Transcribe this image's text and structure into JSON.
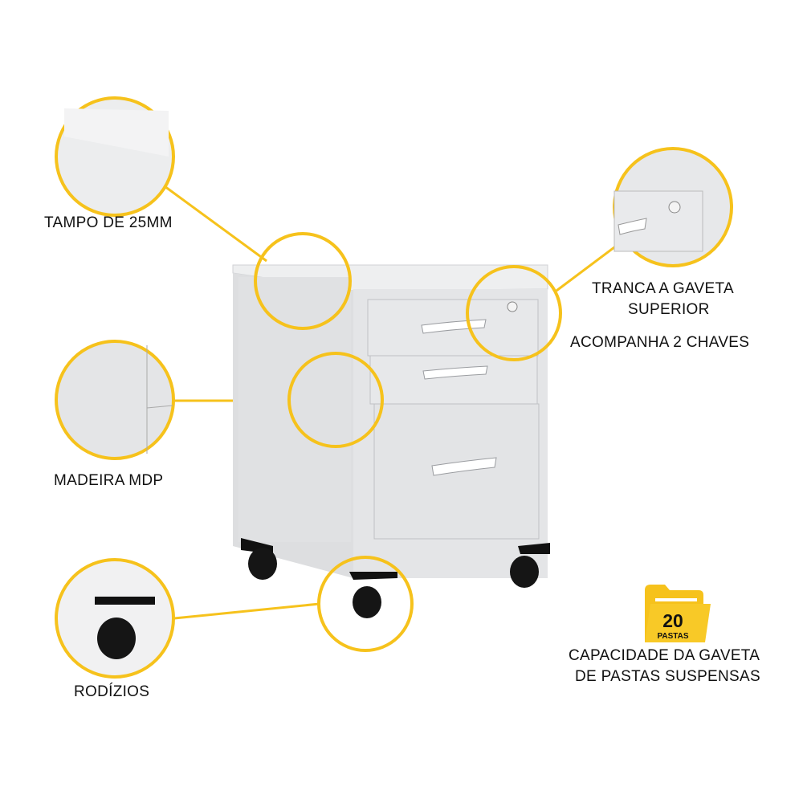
{
  "features": {
    "tampo": "TAMPO DE 25MM",
    "tranca_line1": "TRANCA A GAVETA",
    "tranca_line2": "SUPERIOR",
    "chaves": "ACOMPANHA 2 CHAVES",
    "madeira": "MADEIRA MDP",
    "rodizios": "RODÍZIOS",
    "capacidade_line1": "CAPACIDADE DA GAVETA",
    "capacidade_line2": "DE PASTAS SUSPENSAS"
  },
  "folder_badge": {
    "number": "20",
    "unit": "PASTAS"
  },
  "colors": {
    "accent": "#F6C21C",
    "cabinet": "#E6E7E9",
    "wheel": "#151515"
  }
}
